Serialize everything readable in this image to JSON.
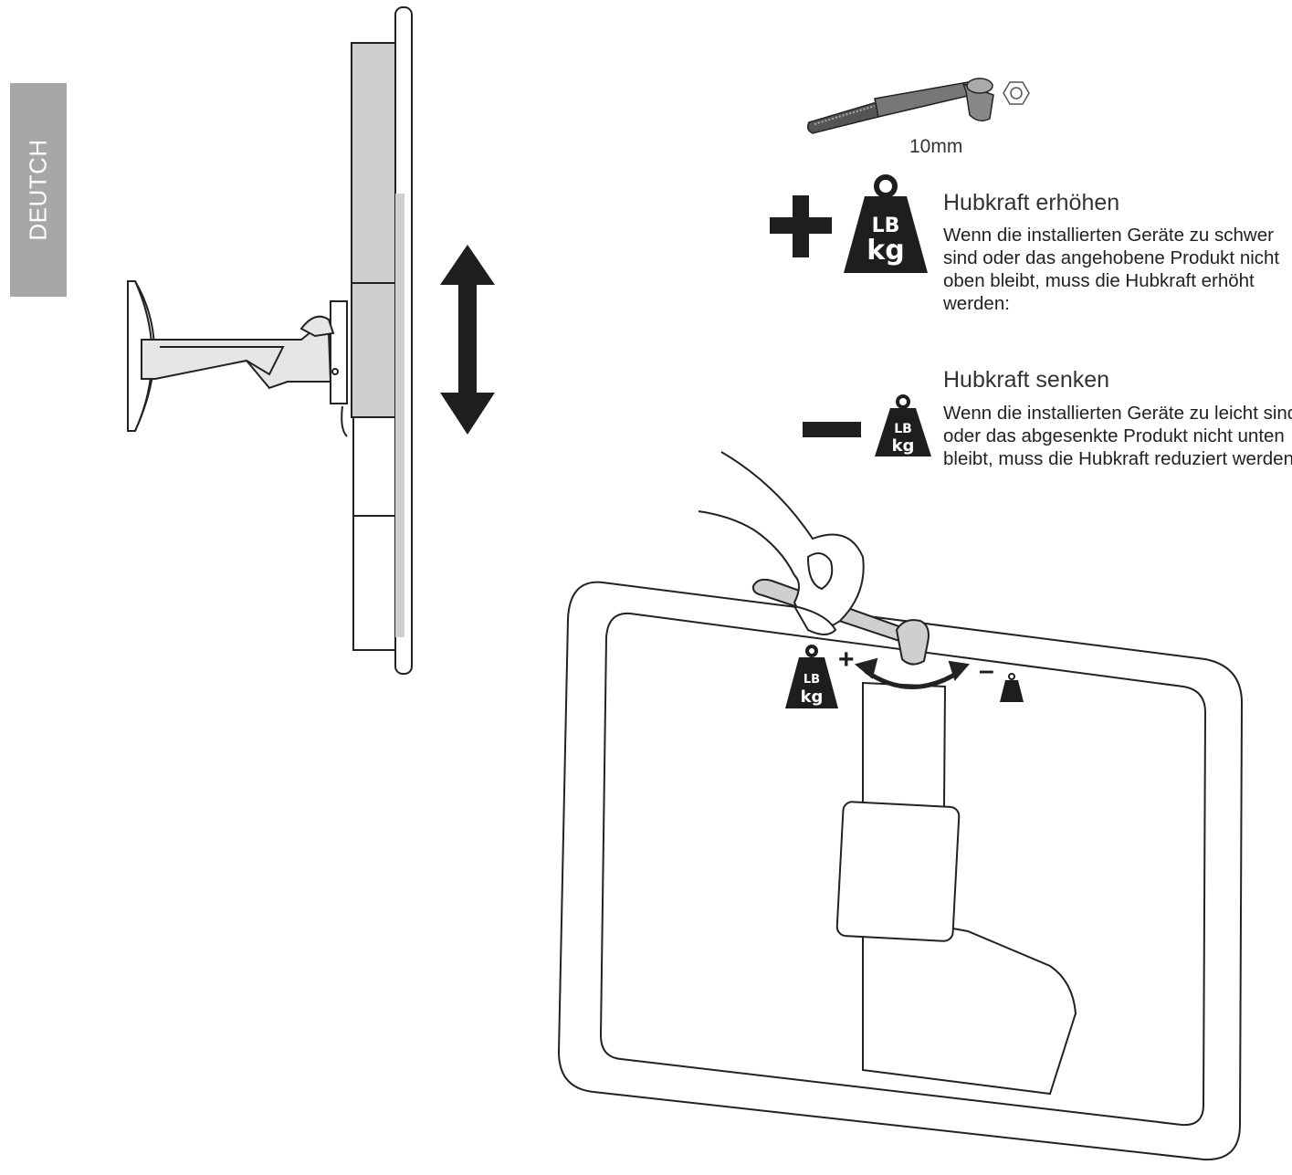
{
  "language_tab": "DEUTCH",
  "tool": {
    "size_label": "10mm"
  },
  "weight_icon": {
    "line1": "LB",
    "line2": "kg"
  },
  "increase": {
    "symbol": "+",
    "title": "Hubkraft erhöhen",
    "body": "Wenn die installierten Geräte zu schwer sind oder das angehobene Produkt nicht oben bleibt, muss die Hubkraft erhöht werden:"
  },
  "decrease": {
    "symbol": "–",
    "title": "Hubkraft senken",
    "body": "Wenn die installierten Geräte zu leicht sind oder das abgesenkte Produkt nicht unten bleibt, muss die Hubkraft reduziert werden:"
  },
  "adjust_labels": {
    "plus": "+",
    "minus": "–"
  },
  "colors": {
    "tab": "#a7a7a7",
    "panel": "#cfcfcf",
    "ink": "#222222"
  }
}
